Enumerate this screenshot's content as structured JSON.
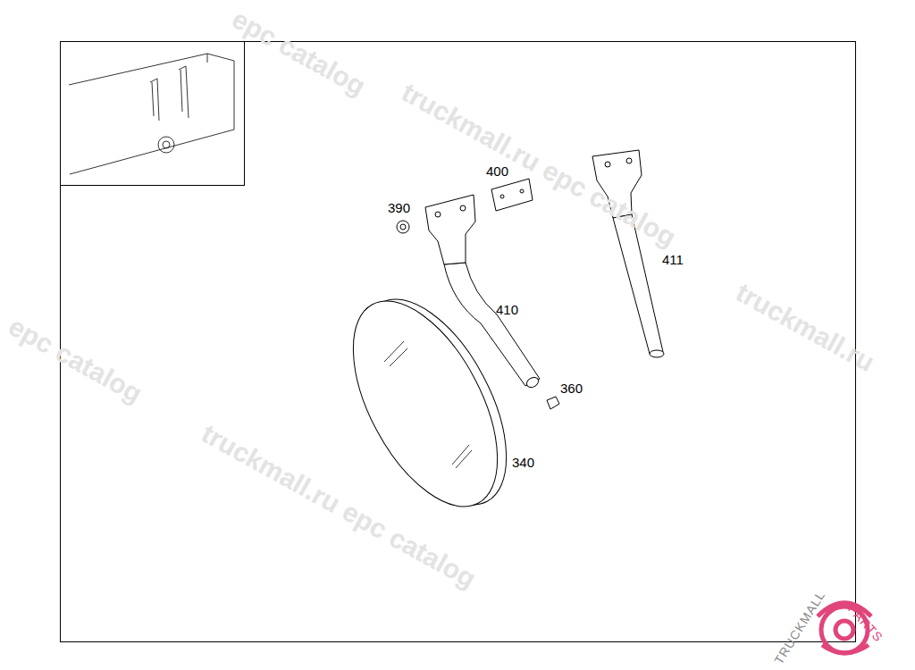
{
  "diagram": {
    "labels": [
      "390",
      "400",
      "410",
      "411",
      "360",
      "340",
      "epc catalog",
      "truckmall.ru epc catalog",
      "truckmall.ru epc catalog",
      "truckmall.ru",
      "epc catalog",
      "TRUCKMALL",
      "PARTS"
    ]
  }
}
